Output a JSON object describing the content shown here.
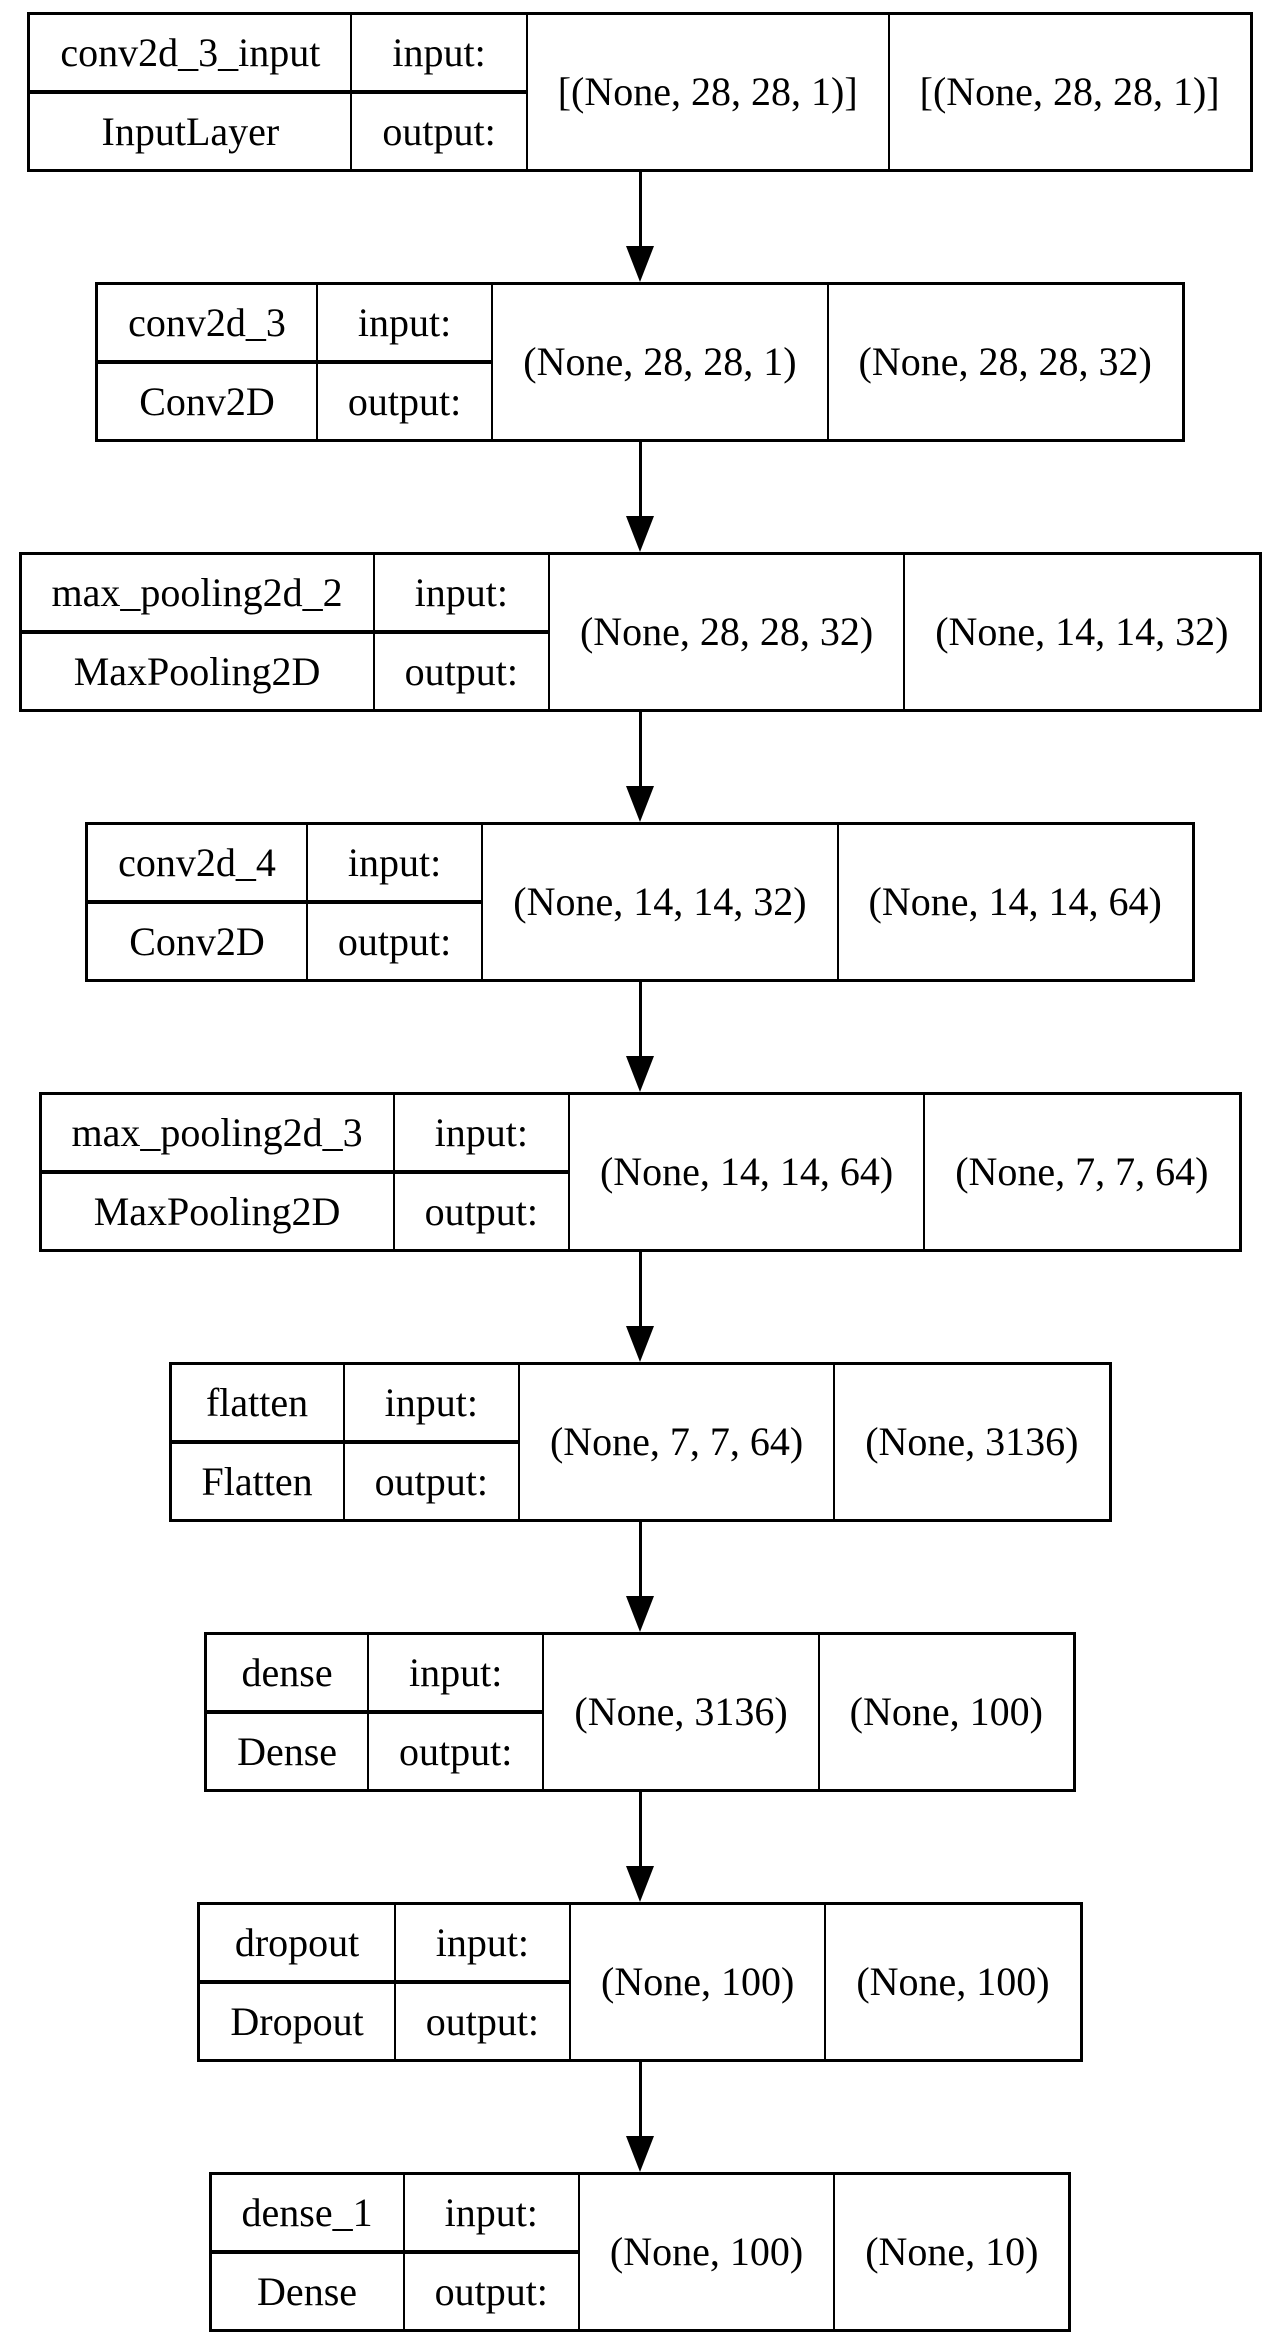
{
  "diagram": {
    "background_color": "#ffffff",
    "line_color": "#000000",
    "io_labels": {
      "input": "input:",
      "output": "output:"
    },
    "layers": [
      {
        "name": "conv2d_3_input",
        "type": "InputLayer",
        "input_shape": "[(None, 28, 28, 1)]",
        "output_shape": "[(None, 28, 28, 1)]"
      },
      {
        "name": "conv2d_3",
        "type": "Conv2D",
        "input_shape": "(None, 28, 28, 1)",
        "output_shape": "(None, 28, 28, 32)"
      },
      {
        "name": "max_pooling2d_2",
        "type": "MaxPooling2D",
        "input_shape": "(None, 28, 28, 32)",
        "output_shape": "(None, 14, 14, 32)"
      },
      {
        "name": "conv2d_4",
        "type": "Conv2D",
        "input_shape": "(None, 14, 14, 32)",
        "output_shape": "(None, 14, 14, 64)"
      },
      {
        "name": "max_pooling2d_3",
        "type": "MaxPooling2D",
        "input_shape": "(None, 14, 14, 64)",
        "output_shape": "(None, 7, 7, 64)"
      },
      {
        "name": "flatten",
        "type": "Flatten",
        "input_shape": "(None, 7, 7, 64)",
        "output_shape": "(None, 3136)"
      },
      {
        "name": "dense",
        "type": "Dense",
        "input_shape": "(None, 3136)",
        "output_shape": "(None, 100)"
      },
      {
        "name": "dropout",
        "type": "Dropout",
        "input_shape": "(None, 100)",
        "output_shape": "(None, 100)"
      },
      {
        "name": "dense_1",
        "type": "Dense",
        "input_shape": "(None, 100)",
        "output_shape": "(None, 10)"
      }
    ]
  }
}
